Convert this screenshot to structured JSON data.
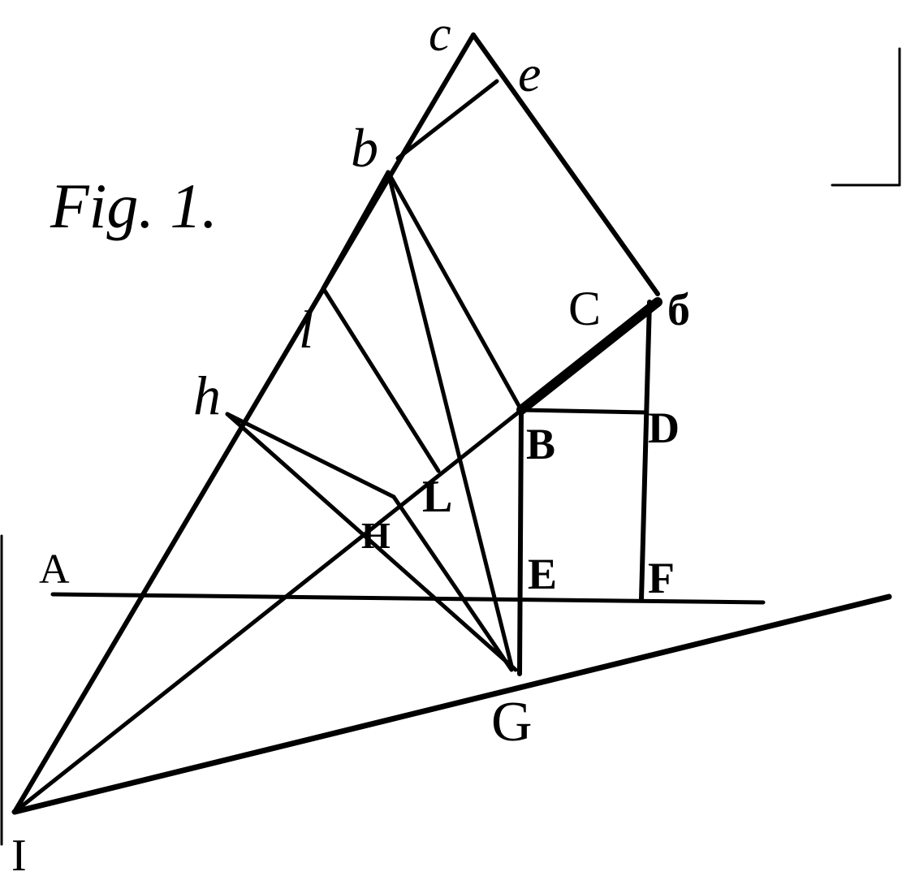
{
  "figure": {
    "title": "Fig. 1.",
    "colors": {
      "ink": "#000000",
      "paper": "#ffffff"
    }
  },
  "points": {
    "c": "c",
    "e": "e",
    "b": "b",
    "l": "l",
    "h": "h",
    "C": "C",
    "beta": "б",
    "B": "B",
    "D": "D",
    "L": "L",
    "H": "H",
    "A": "A",
    "E": "E",
    "F": "F",
    "G": "G",
    "I": "I"
  }
}
